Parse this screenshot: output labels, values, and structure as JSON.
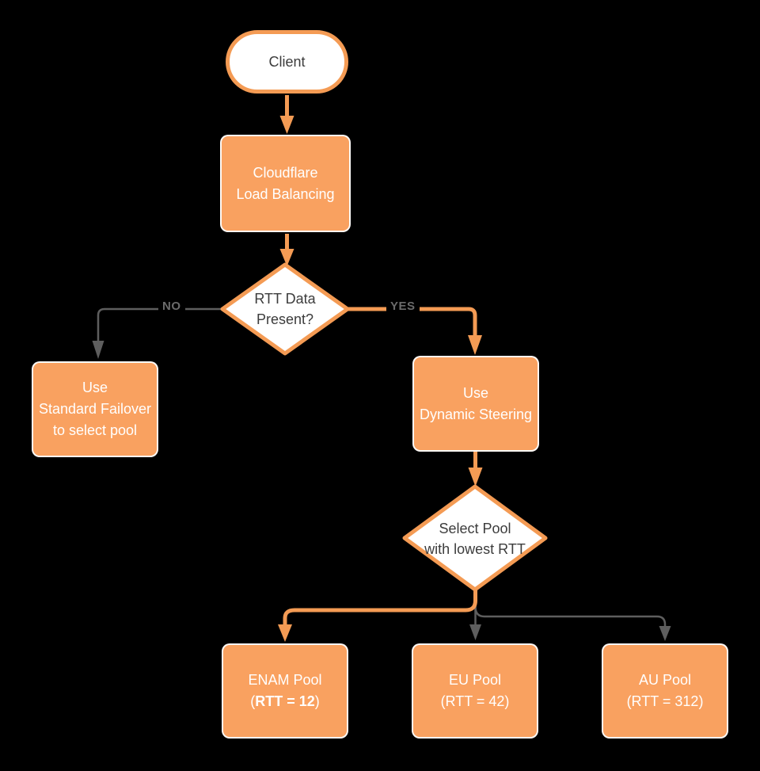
{
  "colors": {
    "orange_fill": "#F9A160",
    "orange_stroke": "#F49B54",
    "gray_stroke": "#5E5E5E",
    "label_gray": "#6B6B6B",
    "text_dark": "#3C3C3C",
    "white": "#FFFFFF",
    "background": "#000000"
  },
  "nodes": {
    "client": {
      "label": "Client"
    },
    "load_balancer": {
      "line1": "Cloudflare",
      "line2": "Load Balancing"
    },
    "rtt_decision": {
      "line1": "RTT Data",
      "line2": "Present?"
    },
    "standard_failover": {
      "line1": "Use",
      "line2": "Standard Failover",
      "line3": "to select pool"
    },
    "dynamic_steering": {
      "line1": "Use",
      "line2": "Dynamic Steering"
    },
    "select_pool": {
      "line1": "Select Pool",
      "line2": "with lowest RTT"
    },
    "enam_pool": {
      "line1": "ENAM Pool",
      "line2_open": "(",
      "line2_bold": "RTT = 12",
      "line2_close": ")"
    },
    "eu_pool": {
      "line1": "EU Pool",
      "line2": "(RTT = 42)"
    },
    "au_pool": {
      "line1": "AU Pool",
      "line2": "(RTT = 312)"
    }
  },
  "edges": {
    "no_label": "NO",
    "yes_label": "YES"
  }
}
